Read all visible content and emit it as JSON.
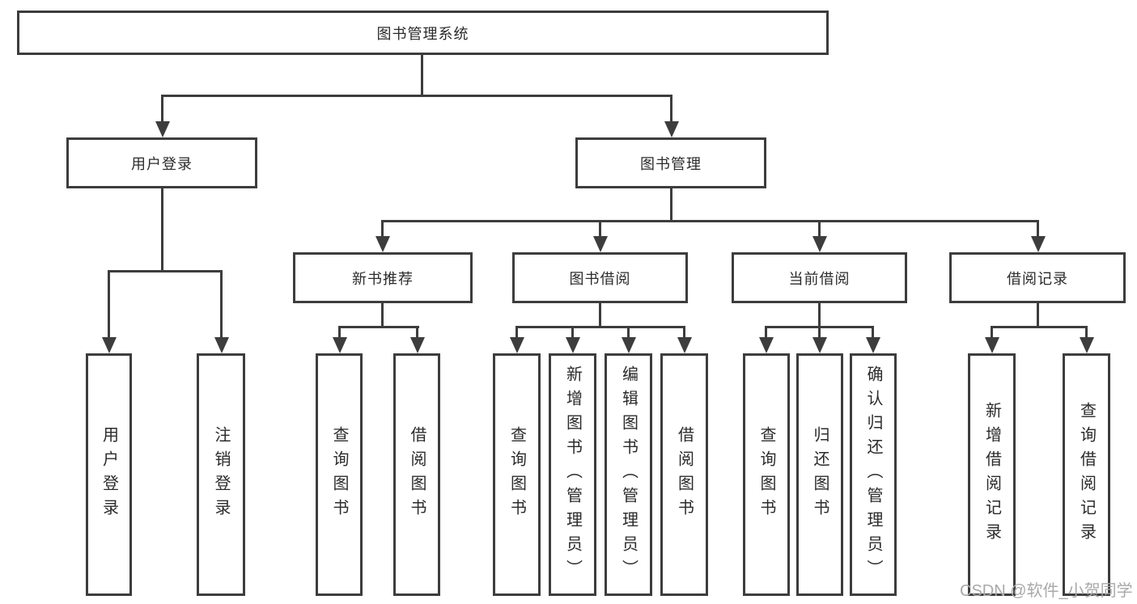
{
  "tree": {
    "root": {
      "label": "图书管理系统"
    },
    "branches": [
      {
        "label": "用户登录",
        "leaves": [
          {
            "label": "用户登录"
          },
          {
            "label": "注销登录"
          }
        ]
      },
      {
        "label": "图书管理",
        "groups": [
          {
            "label": "新书推荐",
            "leaves": [
              {
                "label": "查询图书"
              },
              {
                "label": "借阅图书"
              }
            ]
          },
          {
            "label": "图书借阅",
            "leaves": [
              {
                "label": "查询图书"
              },
              {
                "label": "新增图书（管理员）"
              },
              {
                "label": "编辑图书（管理员）"
              },
              {
                "label": "借阅图书"
              }
            ]
          },
          {
            "label": "当前借阅",
            "leaves": [
              {
                "label": "查询图书"
              },
              {
                "label": "归还图书"
              },
              {
                "label": "确认归还（管理员）"
              }
            ]
          },
          {
            "label": "借阅记录",
            "leaves": [
              {
                "label": "新增借阅记录"
              },
              {
                "label": "查询借阅记录"
              }
            ]
          }
        ]
      }
    ]
  },
  "watermark": {
    "text": "CSDN @软件_小贺同学"
  },
  "colors": {
    "line": "#3d3d3d",
    "box_border": "#3d3d3d",
    "text": "#2b2b2b",
    "background": "#ffffff",
    "watermark": "#a9a9a9"
  }
}
